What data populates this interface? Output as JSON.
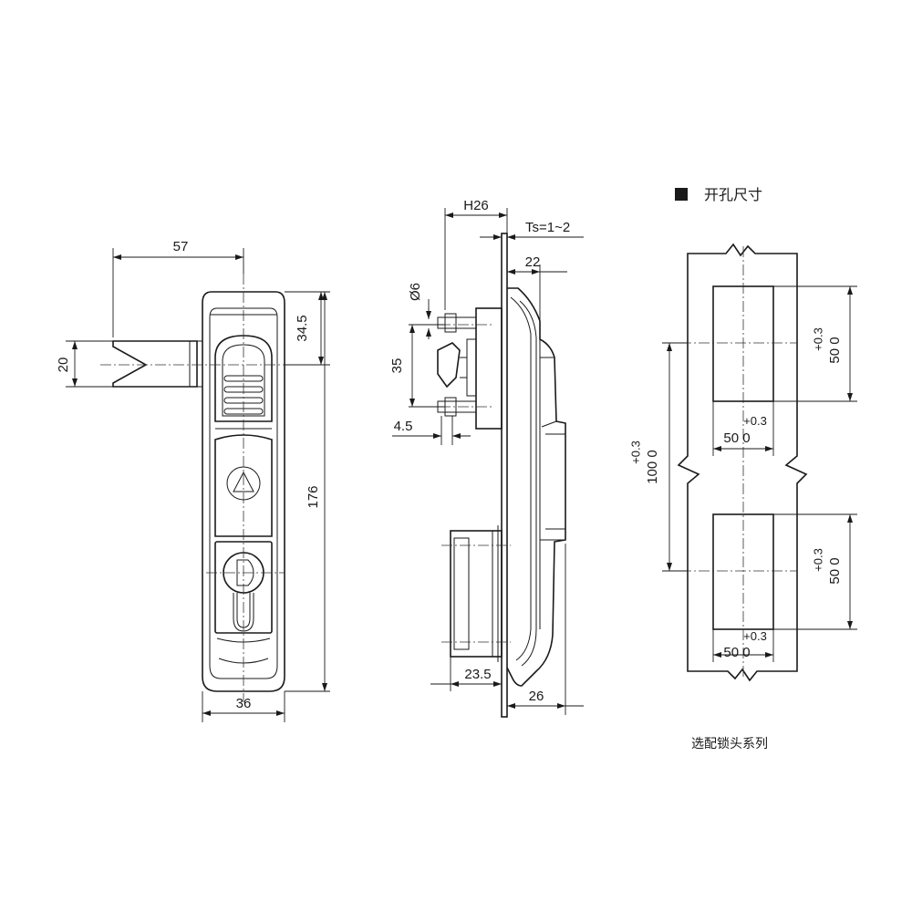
{
  "front_view": {
    "dim_width_top": "57",
    "dim_handle_height": "20",
    "dim_top_offset": "34.5",
    "dim_total_height": "176",
    "dim_body_width": "36"
  },
  "side_view": {
    "dim_h26": "H26",
    "dim_ts": "Ts=1~2",
    "dim_22": "22",
    "dim_phi6": "Ø6",
    "dim_35": "35",
    "dim_4_5": "4.5",
    "dim_23_5": "23.5",
    "dim_26": "26"
  },
  "cutout": {
    "title": "开孔尺寸",
    "top_hole_height": "50 0",
    "top_hole_height_tol": "+0.3",
    "top_hole_width": "50 0",
    "top_hole_width_tol": "+0.3",
    "pitch": "100 0",
    "pitch_tol": "+0.3",
    "bottom_hole_height": "50 0",
    "bottom_hole_height_tol": "+0.3",
    "bottom_hole_width": "50 0",
    "bottom_hole_width_tol": "+0.3"
  },
  "footer": {
    "caption": "选配锁头系列"
  }
}
